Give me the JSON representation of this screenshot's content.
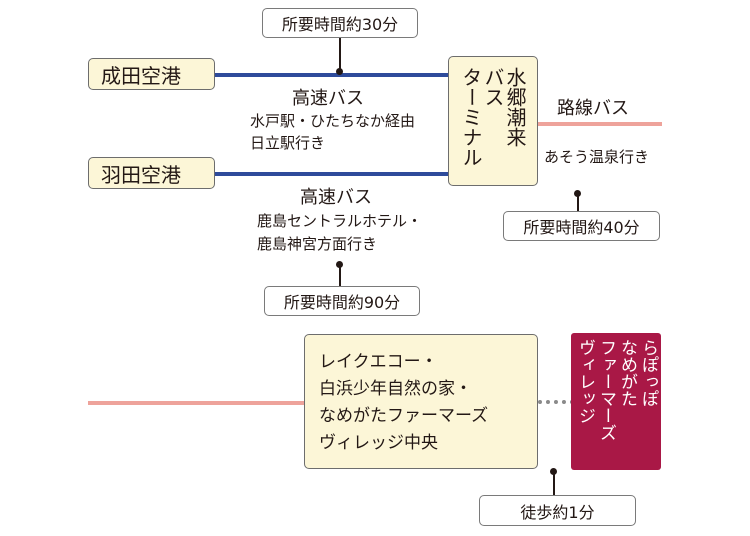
{
  "airports": {
    "narita": "成田空港",
    "haneda": "羽田空港"
  },
  "terminal": {
    "col1": "水郷潮来",
    "col2": "バス",
    "col3": "ターミナル"
  },
  "routes": {
    "narita_bus": {
      "name": "高速バス",
      "via_line1": "水戸駅・ひたちなか経由",
      "via_line2": "日立駅行き",
      "time": "所要時間約30分"
    },
    "haneda_bus": {
      "name": "高速バス",
      "dest_line1": "鹿島セントラルホテル・",
      "dest_line2": "鹿島神宮方面行き",
      "time": "所要時間約90分"
    },
    "local_bus": {
      "name": "路線バス",
      "dest": "あそう温泉行き",
      "time": "所要時間約40分"
    }
  },
  "stop": {
    "line1": "レイクエコー・",
    "line2": "白浜少年自然の家・",
    "line3": "なめがたファーマーズ",
    "line4": "ヴィレッジ中央"
  },
  "destination": {
    "col1": "らぽっぽ",
    "col2": "なめがた",
    "col3": "ファーマーズ",
    "col4": "ヴィレッジ"
  },
  "walk": {
    "time": "徒歩約1分"
  },
  "colors": {
    "highway_bus": "#2e4b9b",
    "local_bus": "#eea39b",
    "box_fill": "#fcf6d7",
    "destination_fill": "#a91846"
  }
}
